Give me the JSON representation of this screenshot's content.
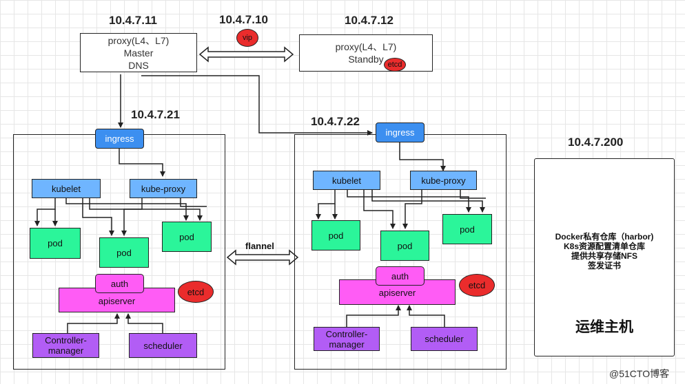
{
  "ips": {
    "master": "10.4.7.11",
    "vip": "10.4.7.10",
    "standby": "10.4.7.12",
    "node1": "10.4.7.21",
    "node2": "10.4.7.22",
    "ops": "10.4.7.200"
  },
  "proxy_master": {
    "lines": [
      "proxy(L4、L7)",
      "Master",
      "DNS"
    ]
  },
  "proxy_standby": {
    "lines": [
      "proxy(L4、L7)",
      "Standby"
    ]
  },
  "vip_label": "vip",
  "etcd_label": "etcd",
  "node": {
    "ingress": "ingress",
    "kubelet": "kubelet",
    "kube_proxy": "kube-proxy",
    "pod": "pod",
    "auth": "auth",
    "apiserver": "apiserver",
    "controller_manager": "Controller-manager",
    "scheduler": "scheduler"
  },
  "flannel_label": "flannel",
  "ops_host": {
    "lines": [
      "Docker私有仓库（harbor)",
      "K8s资源配置清单仓库",
      "提供共享存储NFS",
      "签发证书"
    ],
    "title": "运维主机"
  },
  "watermark": "@51CTO博客"
}
